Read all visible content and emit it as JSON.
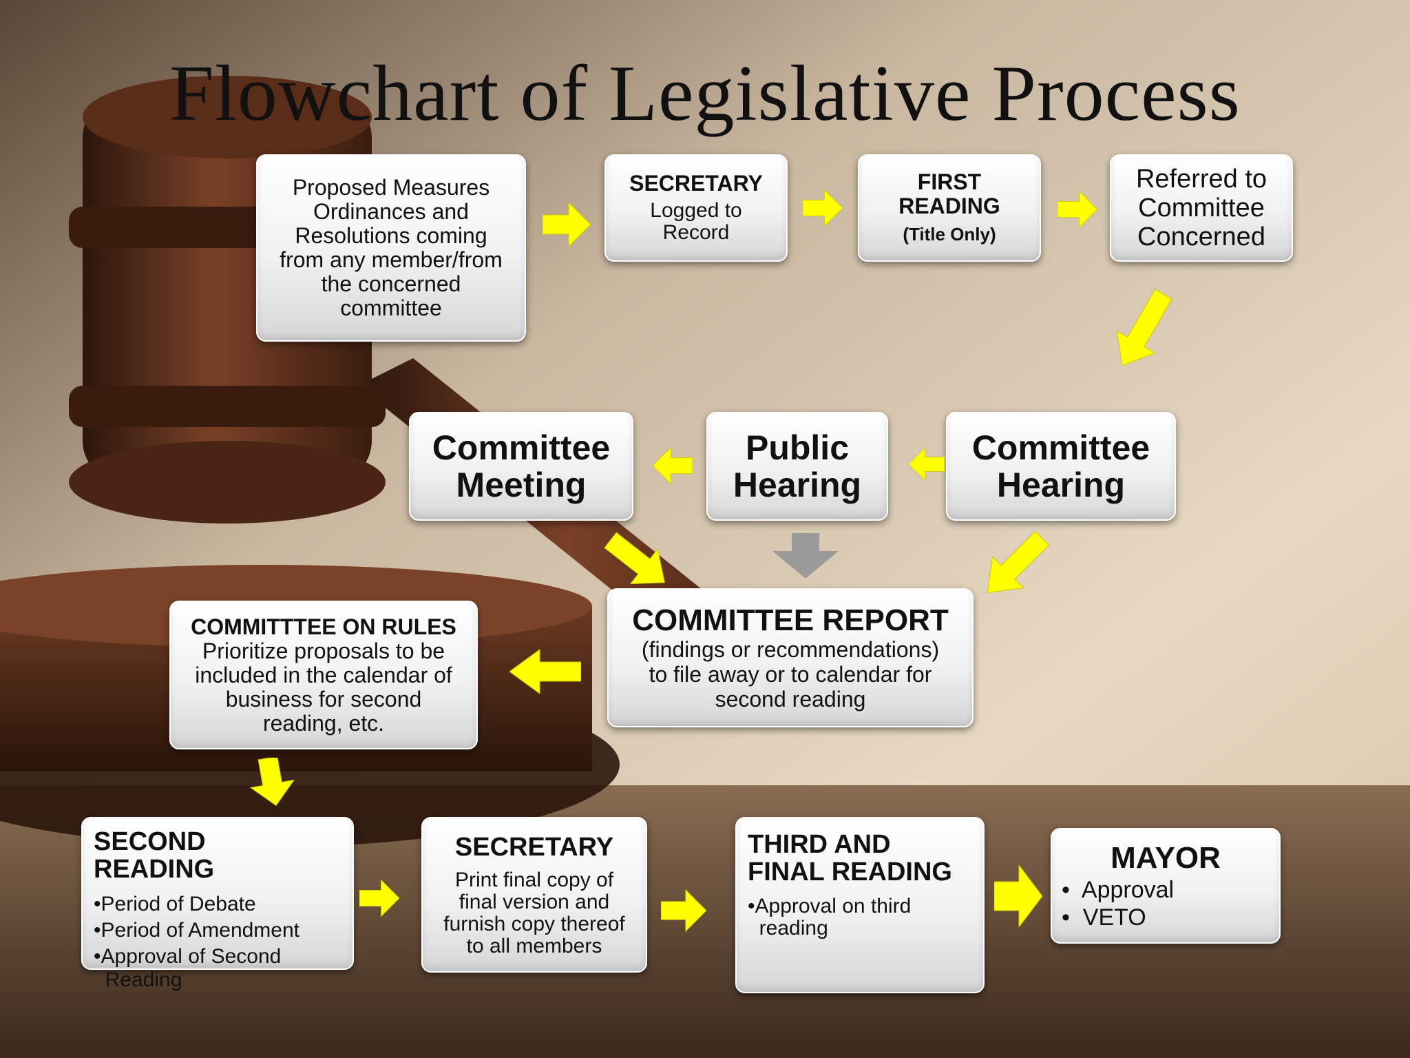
{
  "title": "Flowchart of Legislative Process",
  "colors": {
    "arrow": "#ffff00",
    "arrow_down": "#9a9a9a",
    "box_text": "#111111"
  },
  "nodes": {
    "proposed": {
      "text": [
        "Proposed Measures",
        "Ordinances and",
        "Resolutions coming",
        "from any member/from",
        "the concerned",
        "committee"
      ]
    },
    "secretary1": {
      "heading": "SECRETARY",
      "text": [
        "Logged to",
        "Record"
      ]
    },
    "first_reading": {
      "heading": [
        "FIRST",
        "READING"
      ],
      "sub": "(Title Only)"
    },
    "referred": {
      "text": [
        "Referred to",
        "Committee",
        "Concerned"
      ]
    },
    "committee_hearing": {
      "text": [
        "Committee",
        "Hearing"
      ]
    },
    "public_hearing": {
      "text": [
        "Public",
        "Hearing"
      ]
    },
    "committee_meeting": {
      "text": [
        "Committee",
        "Meeting"
      ]
    },
    "committee_report": {
      "heading": "COMMITTEE REPORT",
      "text": [
        "(findings or recommendations)",
        "to file away or to calendar for",
        "second reading"
      ]
    },
    "rules": {
      "heading": "COMMITTTEE ON RULES",
      "text": [
        "Prioritize proposals to be",
        "included in the calendar of",
        "business for second",
        "reading, etc."
      ]
    },
    "second_reading": {
      "heading": [
        "SECOND",
        "READING"
      ],
      "items": [
        "•Period of Debate",
        "•Period of Amendment",
        "•Approval of Second",
        "  Reading"
      ]
    },
    "secretary2": {
      "heading": "SECRETARY",
      "text": [
        "Print final copy of",
        "final version and",
        "furnish copy thereof",
        "to all members"
      ]
    },
    "third_reading": {
      "heading": [
        "THIRD AND",
        "FINAL READING"
      ],
      "items": [
        "•Approval on third",
        "  reading"
      ]
    },
    "mayor": {
      "heading": "MAYOR",
      "items": [
        "•  Approval",
        "•  VETO"
      ]
    }
  }
}
